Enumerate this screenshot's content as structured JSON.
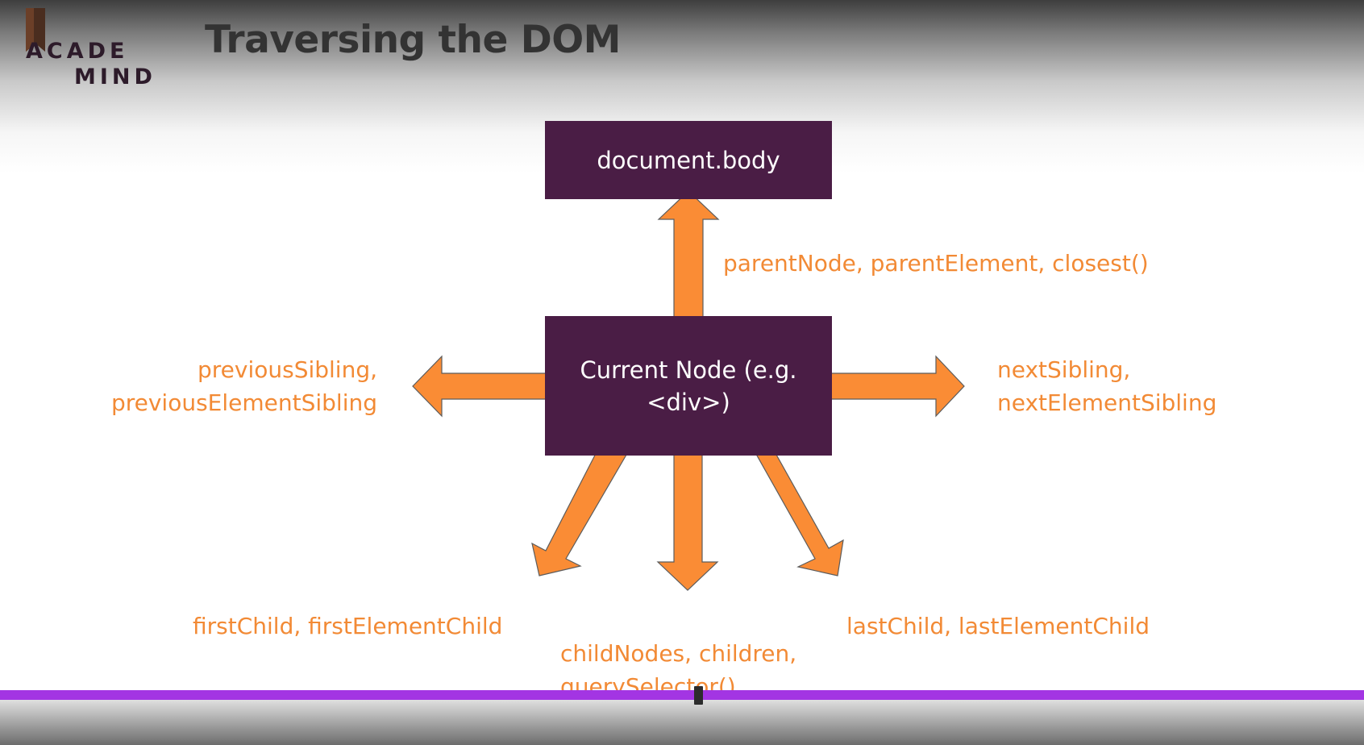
{
  "logo": {
    "line1": "ACADE",
    "line2": "MIND"
  },
  "slide": {
    "title": "Traversing the DOM"
  },
  "nodes": {
    "body": "document.body",
    "current_line1": "Current Node (e.g.",
    "current_line2": "<div>)"
  },
  "labels": {
    "parent": "parentNode, parentElement, closest()",
    "prev_line1": "previousSibling,",
    "prev_line2": "previousElementSibling",
    "next_line1": "nextSibling,",
    "next_line2": "nextElementSibling",
    "first": "firstChild, firstElementChild",
    "last": "lastChild, lastElementChild",
    "children_line1": "childNodes, children,",
    "children_line2": "querySelector()"
  },
  "player": {
    "progress_color": "#a335e3",
    "progress_fraction": 0.51
  },
  "colors": {
    "node_fill": "#4a1d45",
    "arrow_fill": "#fa8c35",
    "label_text": "#f28a35",
    "title_text": "#333333"
  }
}
